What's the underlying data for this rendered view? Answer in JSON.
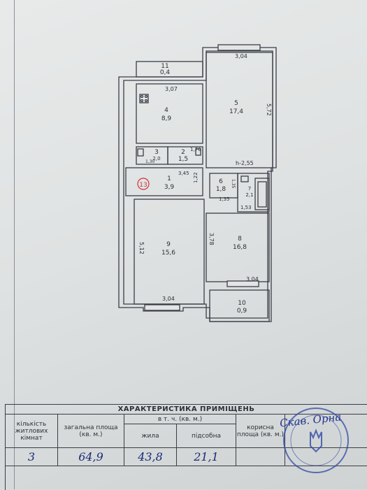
{
  "rooms": {
    "r11": {
      "number": "11",
      "area": "0,4"
    },
    "r4": {
      "number": "4",
      "area": "8,9"
    },
    "r5": {
      "number": "5",
      "area": "17,4"
    },
    "r3": {
      "number": "3",
      "area": "2,0"
    },
    "r2": {
      "number": "2",
      "area": "1,5"
    },
    "r1": {
      "number": "1",
      "area": "3,9"
    },
    "r6": {
      "number": "6",
      "area": "1,8"
    },
    "r7": {
      "number": "7",
      "area": "2,1"
    },
    "r9": {
      "number": "9",
      "area": "15,6"
    },
    "r8": {
      "number": "8",
      "area": "16,8"
    },
    "r10": {
      "number": "10",
      "area": "0,9"
    }
  },
  "dimensions": {
    "d304_top": "3,04",
    "d307": "3,07",
    "d572": "5,72",
    "d170": "1,70",
    "d130": "1,30",
    "d345": "3,45",
    "d122": "1,22",
    "d135a": "1,35",
    "d135b": "1,35",
    "d153": "1,53",
    "d512": "5,12",
    "d378": "3,78",
    "d304_mid": "3,04",
    "d304_bottom": "3,04",
    "height": "h-2,55"
  },
  "circle_number": "13",
  "table": {
    "title": "ХАРАКТЕРИСТИКА ПРИМІЩЕНЬ",
    "col_rooms": "кількість житлових кімнат",
    "col_total": "загальна площа (кв. м.)",
    "col_incl": "в т. ч. (кв. м.)",
    "col_living": "жила",
    "col_aux": "підсобна",
    "col_useful": "корисна площа (кв. м.)",
    "values": {
      "rooms": "3",
      "total": "64,9",
      "living": "43,8",
      "aux": "21,1",
      "useful": ""
    }
  },
  "signature": "Скав. Орна",
  "colors": {
    "ink": "#2b2e36",
    "stamp": "#2f4aa8",
    "pen": "#1d2a6b",
    "circle": "#d0303a"
  }
}
